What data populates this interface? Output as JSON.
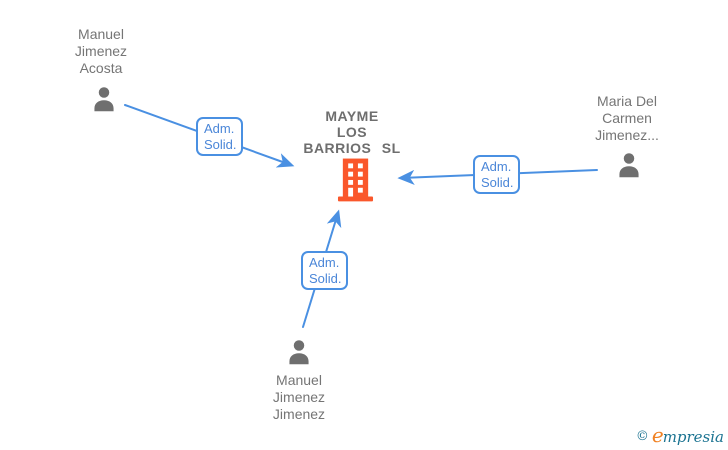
{
  "colors": {
    "line_blue": "#4a90e2",
    "label_text_blue": "#4a86d8",
    "person_gray": "#6f6f6f",
    "name_text_gray": "#757575",
    "company_text_gray": "#6e6e6e",
    "building_orange": "#fa572b",
    "brand_teal": "#1b7391",
    "brand_orange": "#f08122"
  },
  "company": {
    "name_lines": [
      "MAYME",
      "LOS",
      "BARRIOS SL"
    ],
    "icon": "building-icon"
  },
  "persons": [
    {
      "name_lines": [
        "Manuel",
        "Jimenez",
        "Acosta"
      ],
      "icon": "person-icon"
    },
    {
      "name_lines": [
        "Maria Del",
        "Carmen",
        "Jimenez..."
      ],
      "icon": "person-icon"
    },
    {
      "name_lines": [
        "Manuel",
        "Jimenez",
        "Jimenez"
      ],
      "icon": "person-icon"
    }
  ],
  "edge_labels": [
    {
      "lines": [
        "Adm.",
        "Solid."
      ]
    },
    {
      "lines": [
        "Adm.",
        "Solid."
      ]
    },
    {
      "lines": [
        "Adm.",
        "Solid."
      ]
    }
  ],
  "footer": {
    "copyright": "©",
    "brand_initial": "e",
    "brand_rest": "mpresia"
  }
}
